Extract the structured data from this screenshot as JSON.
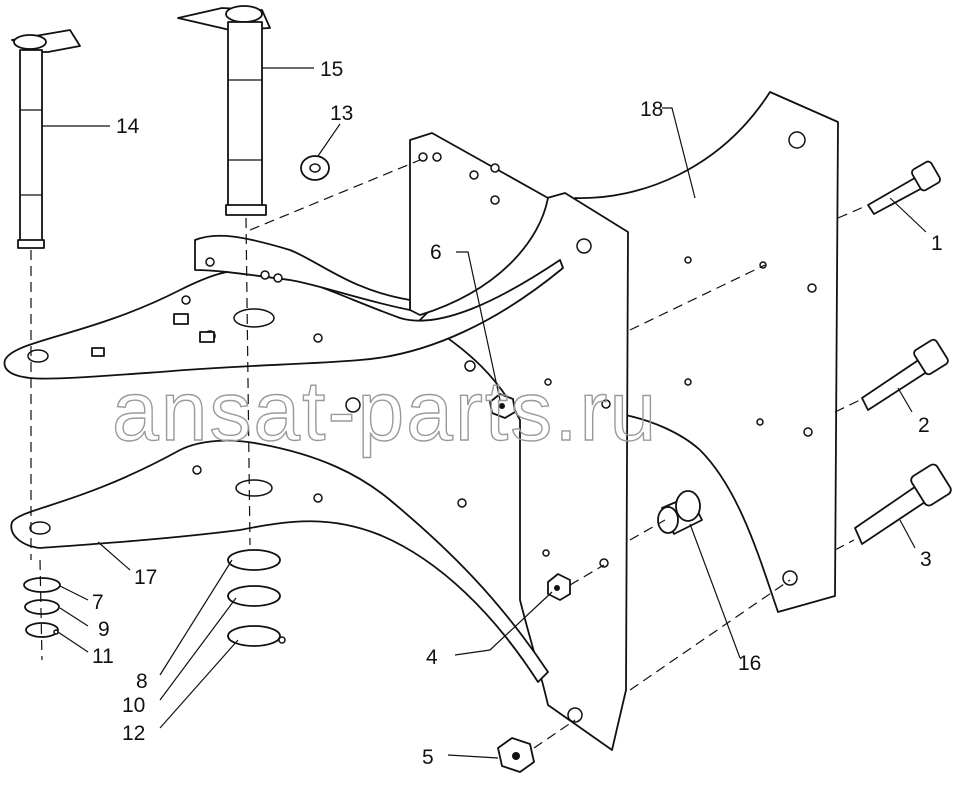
{
  "watermark": "ansat-parts.ru",
  "callouts": [
    "1",
    "2",
    "3",
    "4",
    "5",
    "6",
    "7",
    "8",
    "9",
    "10",
    "11",
    "12",
    "13",
    "14",
    "15",
    "16",
    "17",
    "18"
  ]
}
